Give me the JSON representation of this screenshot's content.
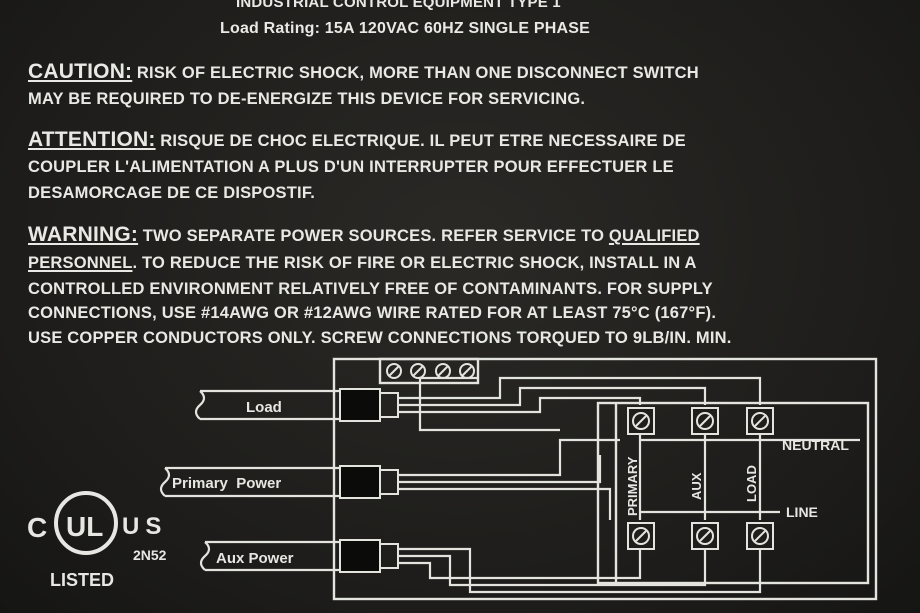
{
  "header": {
    "title_partial": "INDUSTRIAL CONTROL EQUIPMENT TYPE 1",
    "load_rating": "Load Rating: 15A 120VAC 60HZ SINGLE PHASE"
  },
  "caution": {
    "keyword": "CAUTION:",
    "line1": "RISK OF ELECTRIC SHOCK, MORE THAN ONE DISCONNECT SWITCH",
    "line2": "MAY BE REQUIRED TO DE-ENERGIZE THIS DEVICE FOR SERVICING."
  },
  "attention": {
    "keyword": "ATTENTION:",
    "line1": "RISQUE DE CHOC ELECTRIQUE.  IL PEUT ETRE NECESSAIRE DE",
    "line2": "COUPLER L'ALIMENTATION A PLUS D'UN INTERRUPTER POUR EFFECTUER LE",
    "line3": "DESAMORCAGE DE CE DISPOSTIF."
  },
  "warning": {
    "keyword": "WARNING:",
    "line1_a": "TWO SEPARATE POWER SOURCES.  REFER SERVICE TO ",
    "line1_b": "QUALIFIED",
    "line2_a": "PERSONNEL",
    "line2_b": ".  TO REDUCE THE RISK OF FIRE OR ELECTRIC SHOCK, INSTALL IN A",
    "line3": "CONTROLLED ENVIRONMENT RELATIVELY FREE OF CONTAMINANTS. FOR SUPPLY",
    "line4": "CONNECTIONS, USE #14AWG OR #12AWG WIRE RATED FOR AT LEAST 75°C (167°F).",
    "line5": "USE COPPER CONDUCTORS ONLY. SCREW CONNECTIONS TORQUED TO 9LB/IN. MIN."
  },
  "diagram": {
    "inputs": [
      "Load",
      "Primary  Power",
      "Aux Power"
    ],
    "terminal_columns": [
      "PRIMARY",
      "AUX",
      "LOAD"
    ],
    "rows": [
      "NEUTRAL",
      "LINE"
    ]
  },
  "certification": {
    "mark_left": "C",
    "mark_center": "UL",
    "mark_right": "US",
    "code": "2N52",
    "listed": "LISTED"
  }
}
